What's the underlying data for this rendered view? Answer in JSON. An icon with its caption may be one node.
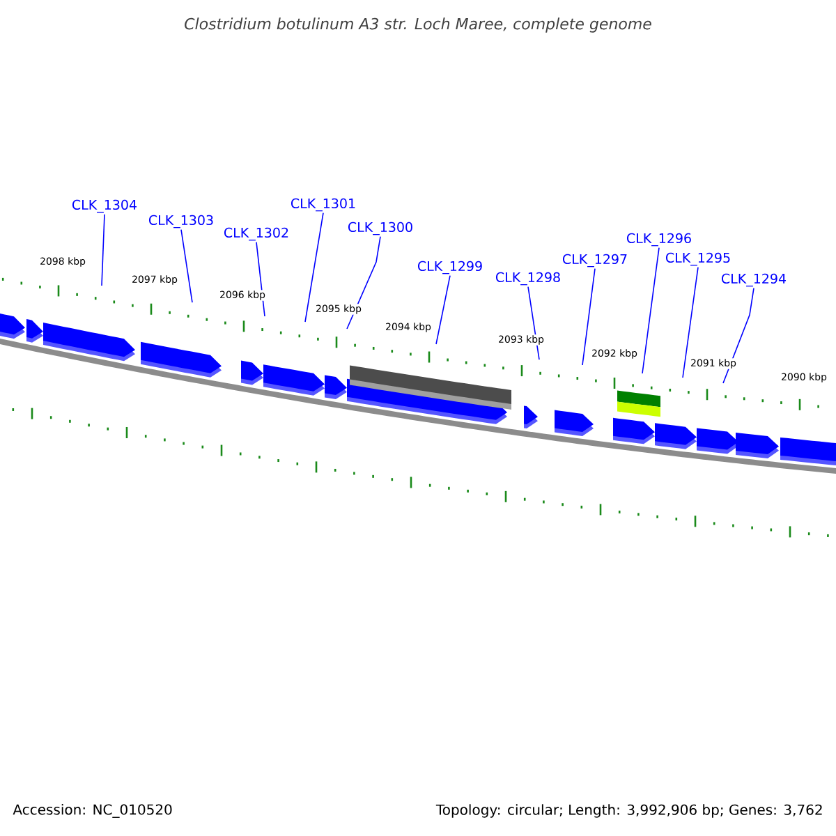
{
  "diagram": {
    "title": "Clostridium botulinum A3 str. Loch Maree, complete genome",
    "nodes": [
      {
        "text": [
          "CLK_1304"
        ]
      },
      {
        "text": [
          "CLK_1303"
        ]
      },
      {
        "text": [
          "CLK_1302"
        ]
      },
      {
        "text": [
          "CLK_1301"
        ]
      },
      {
        "text": [
          "CLK_1300"
        ]
      },
      {
        "text": [
          "CLK_1299"
        ]
      },
      {
        "text": [
          "CLK_1298"
        ]
      },
      {
        "text": [
          "CLK_1297"
        ]
      },
      {
        "text": [
          "CLK_1296"
        ]
      },
      {
        "text": [
          "CLK_1295"
        ]
      },
      {
        "text": [
          "CLK_1294"
        ]
      }
    ],
    "edges": [
      {
        "from": 0,
        "to": null,
        "arrow": "none"
      },
      {
        "from": 1,
        "to": null,
        "arrow": "none"
      },
      {
        "from": 2,
        "to": null,
        "arrow": "none"
      },
      {
        "from": 3,
        "to": null,
        "arrow": "none"
      },
      {
        "from": 4,
        "to": null,
        "arrow": "none"
      },
      {
        "from": 5,
        "to": null,
        "arrow": "none"
      },
      {
        "from": 6,
        "to": null,
        "arrow": "none"
      },
      {
        "from": 7,
        "to": null,
        "arrow": "none"
      },
      {
        "from": 8,
        "to": null,
        "arrow": "none"
      },
      {
        "from": 9,
        "to": null,
        "arrow": "none"
      },
      {
        "from": 10,
        "to": null,
        "arrow": "none"
      }
    ],
    "labels": [
      "2098 kbp",
      "2097 kbp",
      "2096 kbp",
      "2095 kbp",
      "2094 kbp",
      "2093 kbp",
      "2092 kbp",
      "2091 kbp",
      "2090 kbp",
      "Accession: NC_010520",
      "Topology: circular; Length: 3,992,906 bp; Genes: 3,762"
    ]
  }
}
